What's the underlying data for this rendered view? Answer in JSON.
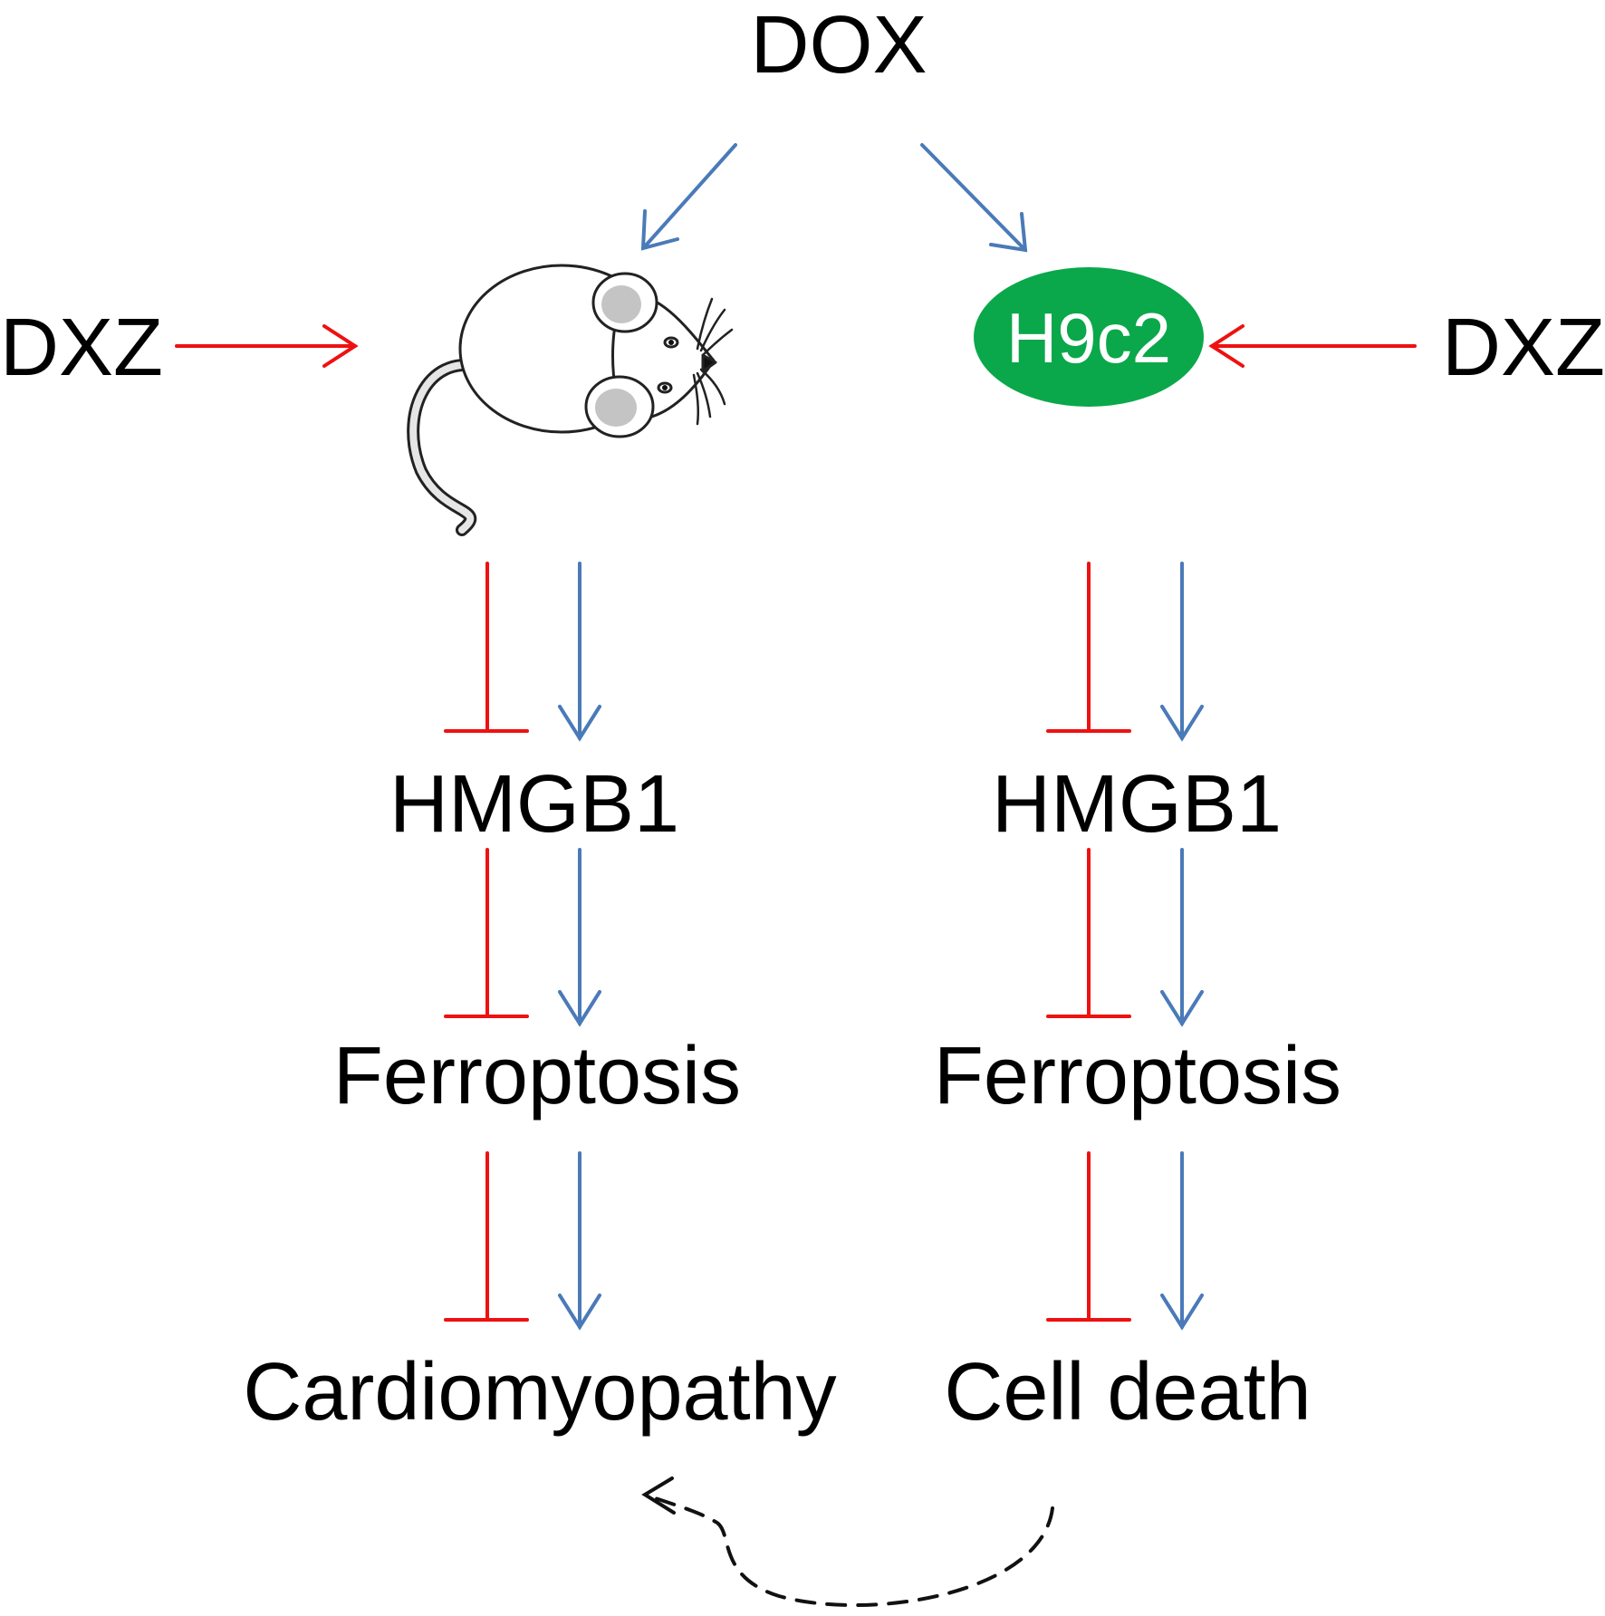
{
  "labels": {
    "top_drug": "DOX",
    "left_treatment": "DXZ",
    "right_treatment": "DXZ",
    "cell_line": "H9c2",
    "left_protein": "HMGB1",
    "right_protein": "HMGB1",
    "left_process": "Ferroptosis",
    "right_process": "Ferroptosis",
    "left_outcome": "Cardiomyopathy",
    "right_outcome": "Cell death"
  },
  "colors": {
    "promote": "#4a7ab8",
    "inhibit": "#ee1111",
    "cell": "#0aa84a",
    "dashed": "#111111"
  },
  "icons": {
    "animal": "mouse-icon",
    "cell": "cell-ellipse"
  }
}
